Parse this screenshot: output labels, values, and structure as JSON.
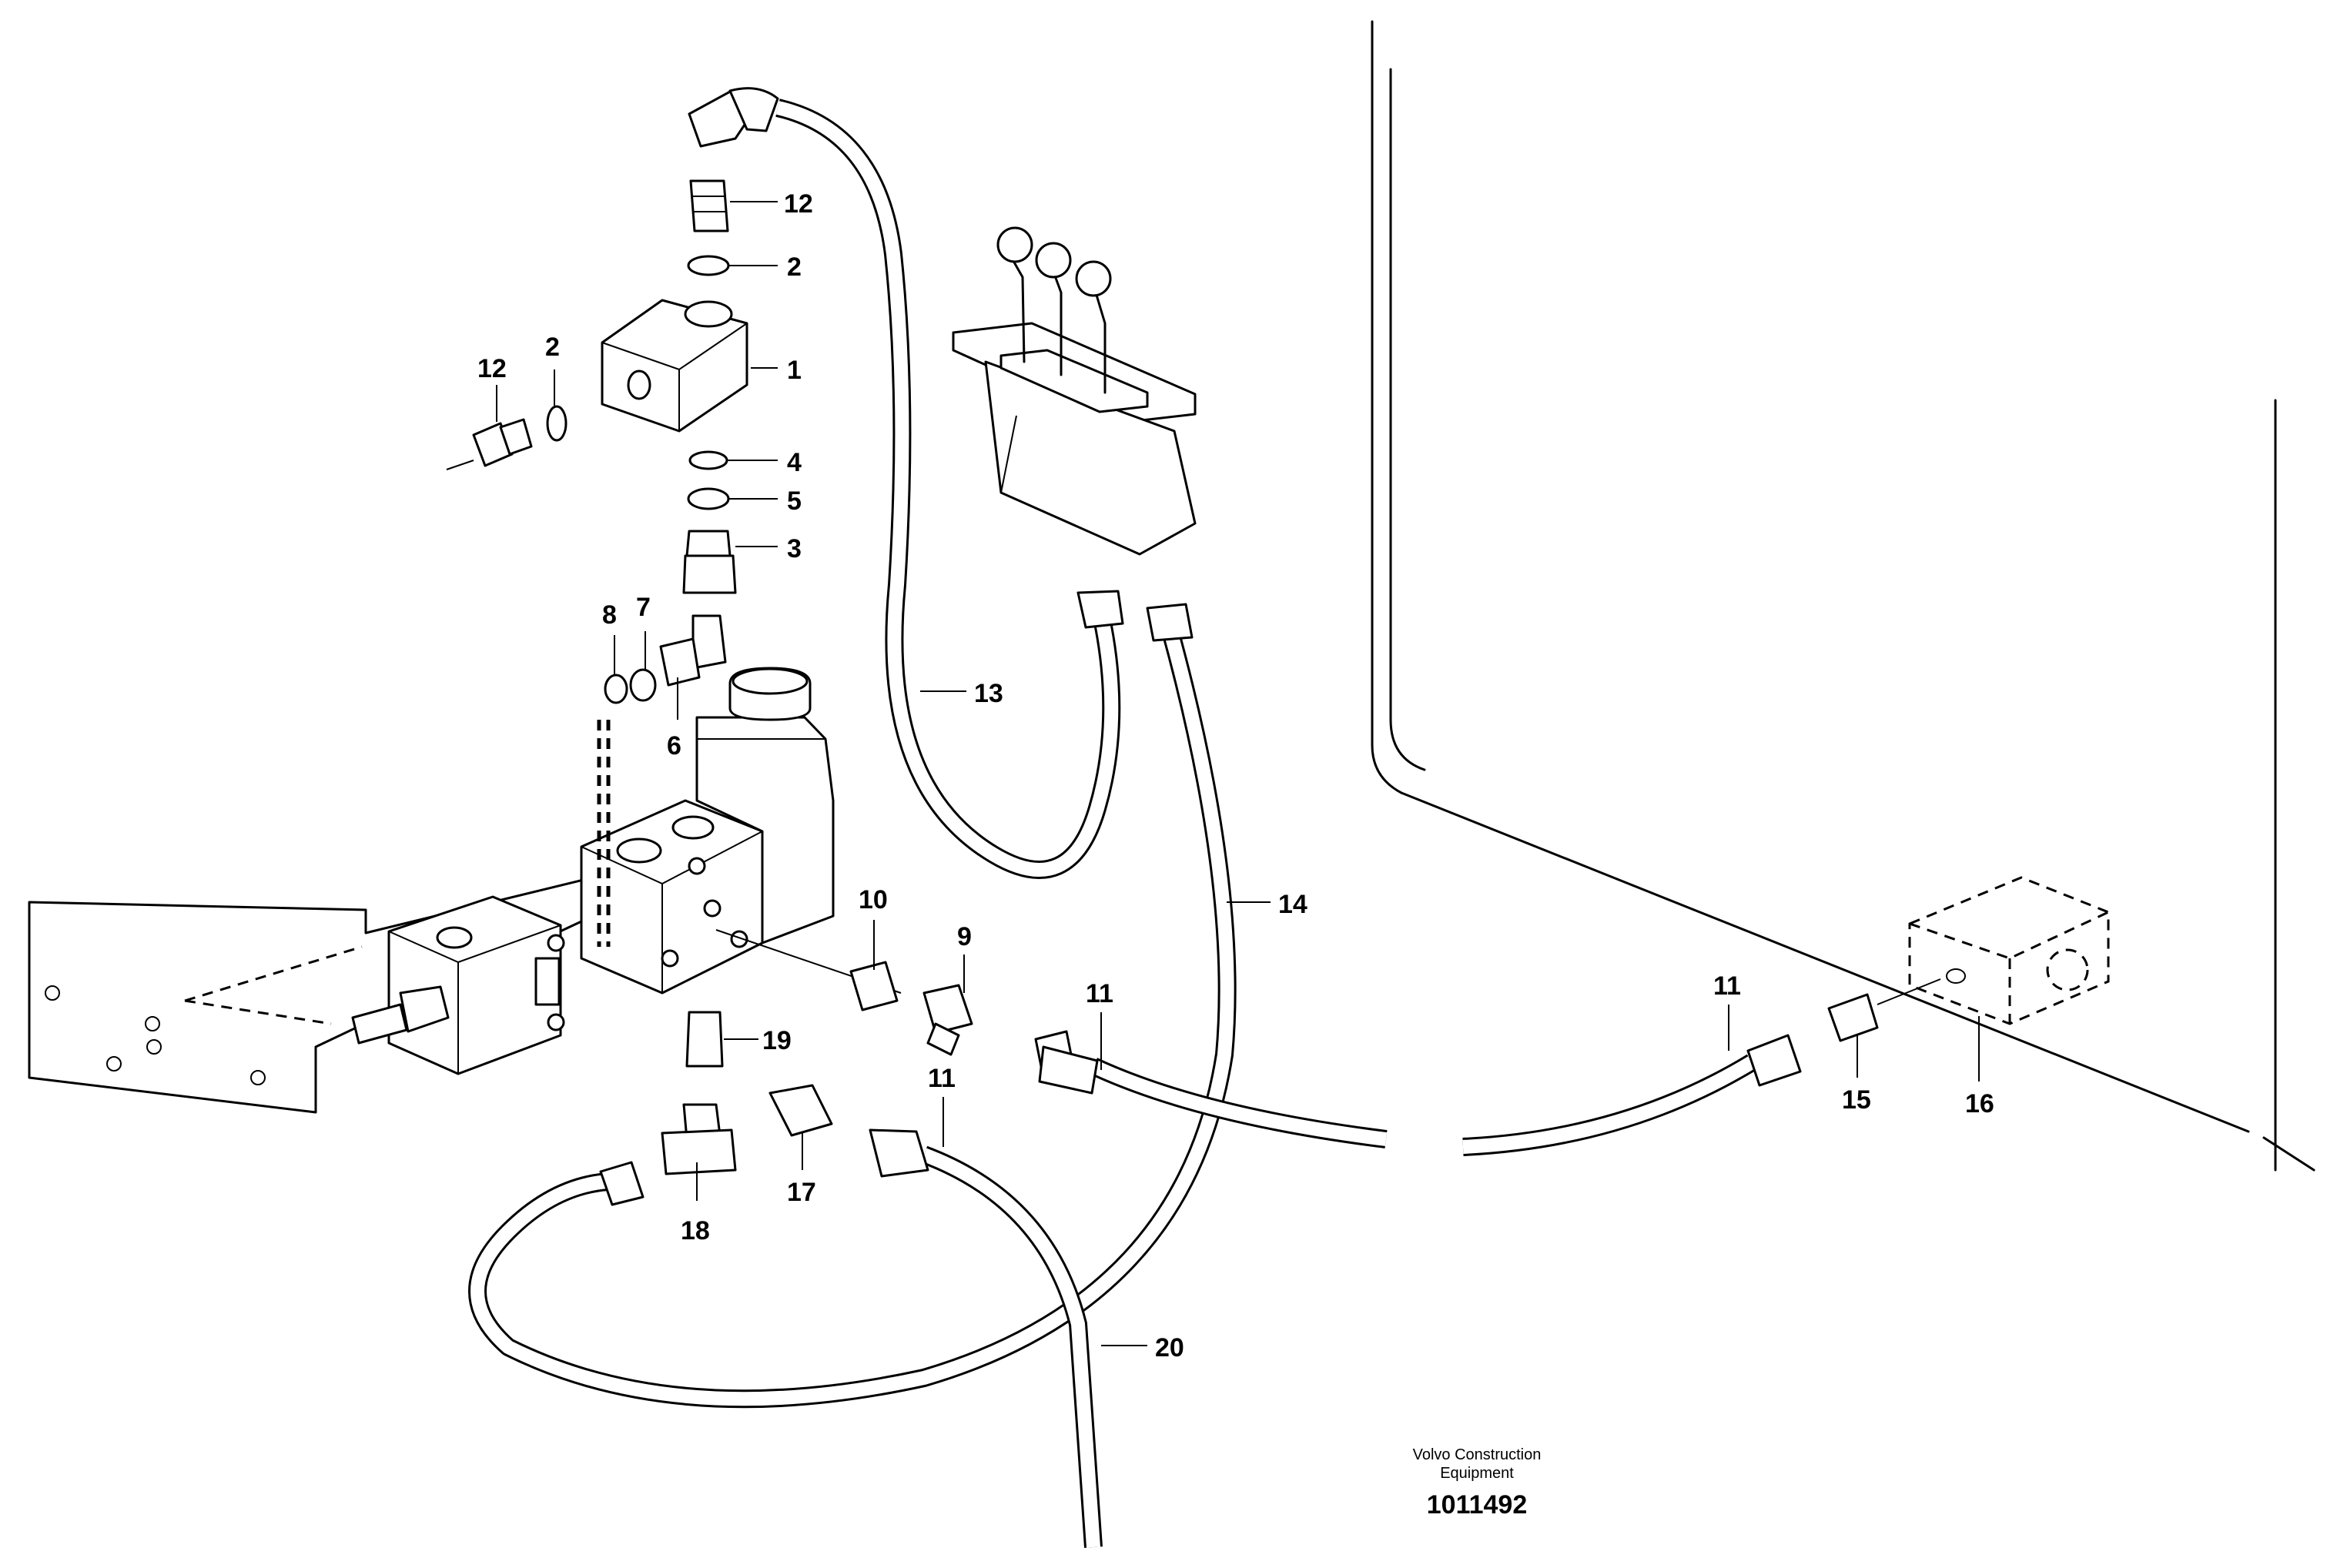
{
  "diagram": {
    "callouts": [
      "1",
      "2",
      "3",
      "4",
      "5",
      "6",
      "7",
      "8",
      "9",
      "10",
      "11",
      "12",
      "13",
      "14",
      "15",
      "16",
      "17",
      "18",
      "19",
      "20"
    ],
    "footer": {
      "publisher_line1": "Volvo Construction",
      "publisher_line2": "Equipment",
      "drawing_number": "1011492"
    }
  },
  "colors": {
    "ink": "#000000",
    "paper": "#ffffff"
  }
}
